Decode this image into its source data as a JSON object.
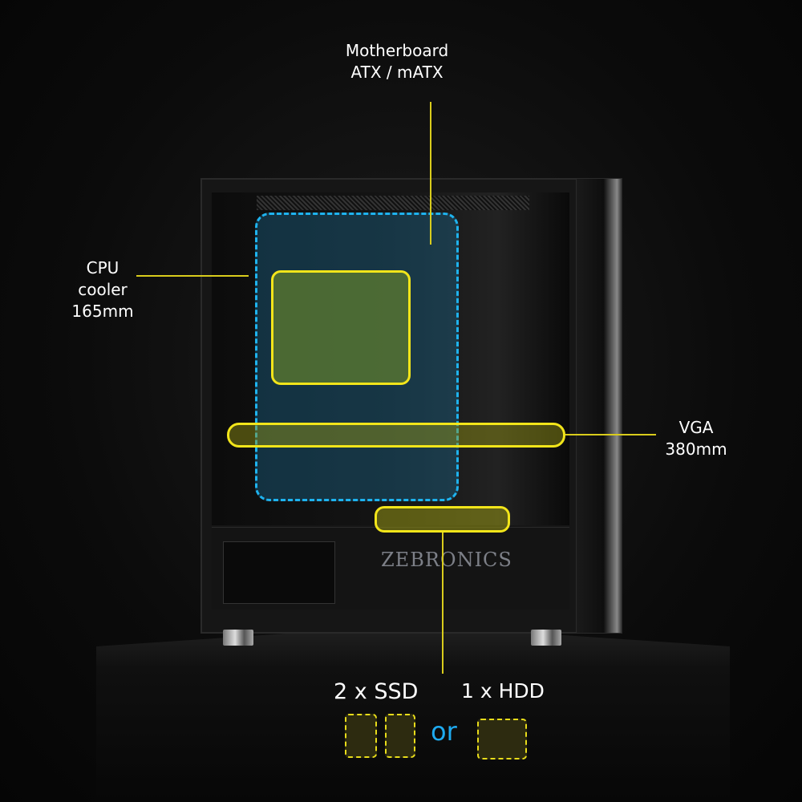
{
  "labels": {
    "motherboard": {
      "line1": "Motherboard",
      "line2": "ATX / mATX"
    },
    "cpu_cooler": {
      "line1": "CPU",
      "line2": "cooler",
      "line3": "165mm"
    },
    "vga": {
      "line1": "VGA",
      "line2": "380mm"
    },
    "storage": {
      "ssd": "2 x SSD",
      "hdd": "1 x HDD",
      "or": "or"
    }
  },
  "brand_logo": "ZEBRONICS",
  "colors": {
    "highlight_yellow": "#f2e51a",
    "motherboard_blue": "#1eb3ef",
    "or_blue": "#1eaaf0"
  }
}
